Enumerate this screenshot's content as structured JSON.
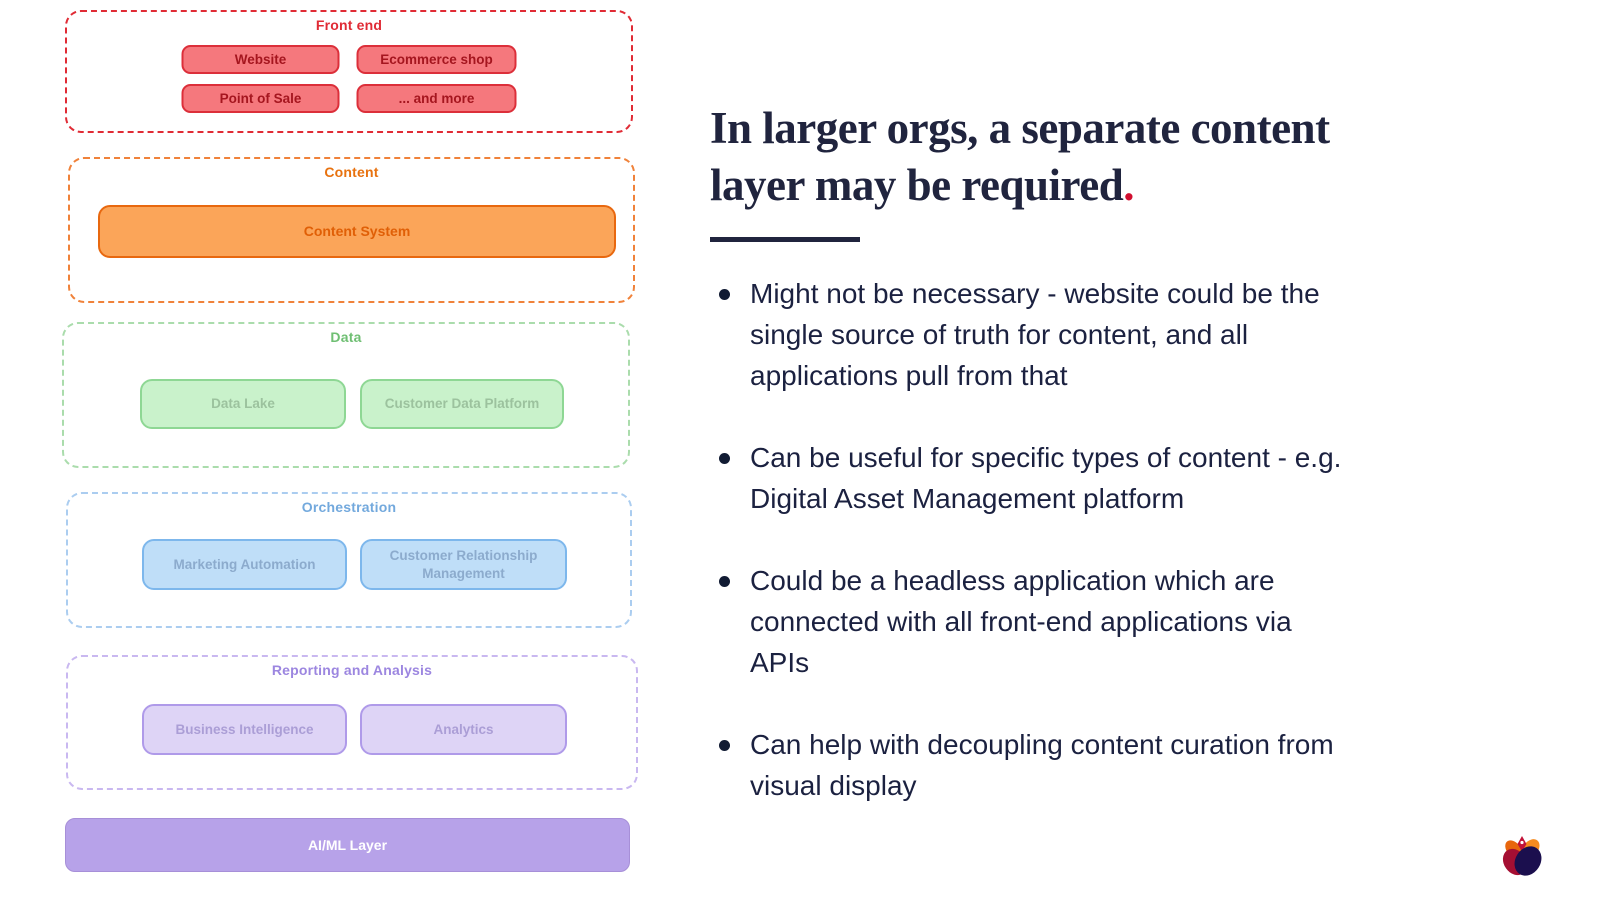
{
  "diagram": {
    "sections": [
      {
        "label": "Front end",
        "accent": "#e02b35",
        "box_fill": "#f5787d",
        "box_border": "#dc2f3a",
        "box_text_color": "#a5161f",
        "items": [
          "Website",
          "Ecommerce shop",
          "Point of Sale",
          "... and more"
        ]
      },
      {
        "label": "Content",
        "accent": "#e8720f",
        "box_fill": "#fba559",
        "box_border": "#e8680f",
        "box_text_color": "#e05f06",
        "items": [
          "Content System"
        ]
      },
      {
        "label": "Data",
        "accent": "#6fbf73",
        "box_fill": "#c9f2cb",
        "box_border": "#8ed794",
        "box_text_color": "#9cc29e",
        "items": [
          "Data Lake",
          "Customer Data Platform"
        ]
      },
      {
        "label": "Orchestration",
        "accent": "#73a9dd",
        "box_fill": "#bfdef8",
        "box_border": "#7db7ec",
        "box_text_color": "#8cabcd",
        "items": [
          "Marketing Automation",
          "Customer Relationship\nManagement"
        ]
      },
      {
        "label": "Reporting and Analysis",
        "accent": "#9c86e0",
        "box_fill": "#ded4f6",
        "box_border": "#af9ae9",
        "box_text_color": "#ab9ed6",
        "items": [
          "Business Intelligence",
          "Analytics"
        ]
      }
    ],
    "ai_layer": {
      "label": "AI/ML Layer",
      "fill": "#b7a2e9",
      "text_color": "#ffffff"
    }
  },
  "content_panel": {
    "title_line1": "In larger orgs, a separate content",
    "title_line2": "layer may be required",
    "title_period": ".",
    "title_color": "#20243e",
    "period_color": "#d10f2f",
    "bullets": [
      "Might not be necessary - website could be the\nsingle source of truth for content, and all\napplications pull from that",
      "Can be useful for specific types of content - e.g.\nDigital Asset Management platform",
      "Could be a headless application which are\nconnected with all front-end applications via\nAPIs",
      "Can help with decoupling content curation from\nvisual display"
    ]
  },
  "logo": {
    "name": "lotus-logo",
    "colors": {
      "orange_left": "#e8660d",
      "orange_right": "#f68b1f",
      "crimson": "#a50f33",
      "navy": "#1b0f4e",
      "bud": "#c11238"
    }
  }
}
